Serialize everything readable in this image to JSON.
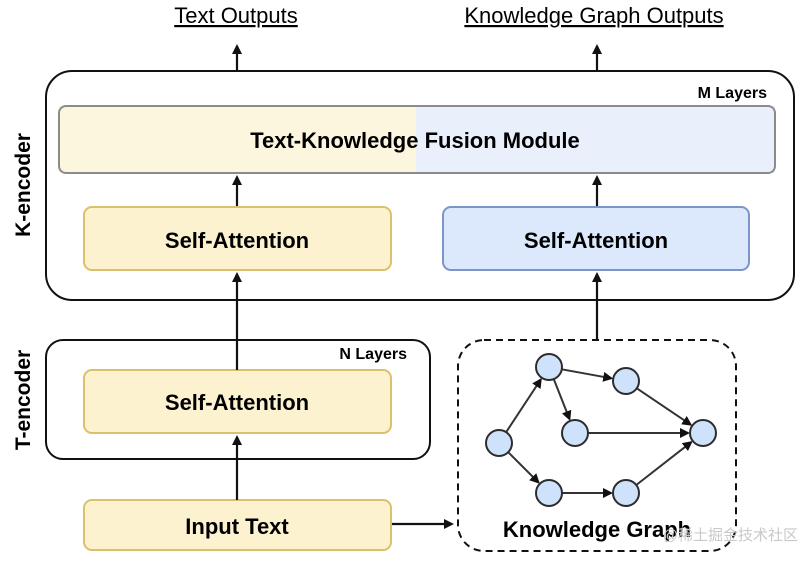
{
  "outputs": {
    "text": "Text Outputs",
    "kg": "Knowledge Graph Outputs"
  },
  "k_encoder": {
    "label": "K-encoder",
    "layers": "M Layers",
    "fusion_module": "Text-Knowledge Fusion Module",
    "text_attention": "Self-Attention",
    "kg_attention": "Self-Attention"
  },
  "t_encoder": {
    "label": "T-encoder",
    "layers": "N Layers",
    "attention": "Self-Attention"
  },
  "input_text": "Input Text",
  "knowledge_graph": {
    "label": "Knowledge Graph",
    "node_count": 7
  },
  "watermark": "@稀土掘金技术社区",
  "colors": {
    "text_fill": "#fcf2d0",
    "text_stroke": "#dcc06a",
    "fusion_left": "#fdf6df",
    "fusion_right": "#eaf0fb",
    "kg_fill": "#dce8fb",
    "kg_stroke": "#7b96c8",
    "node_fill": "#cfe2fb",
    "node_stroke": "#2c2c2c"
  }
}
